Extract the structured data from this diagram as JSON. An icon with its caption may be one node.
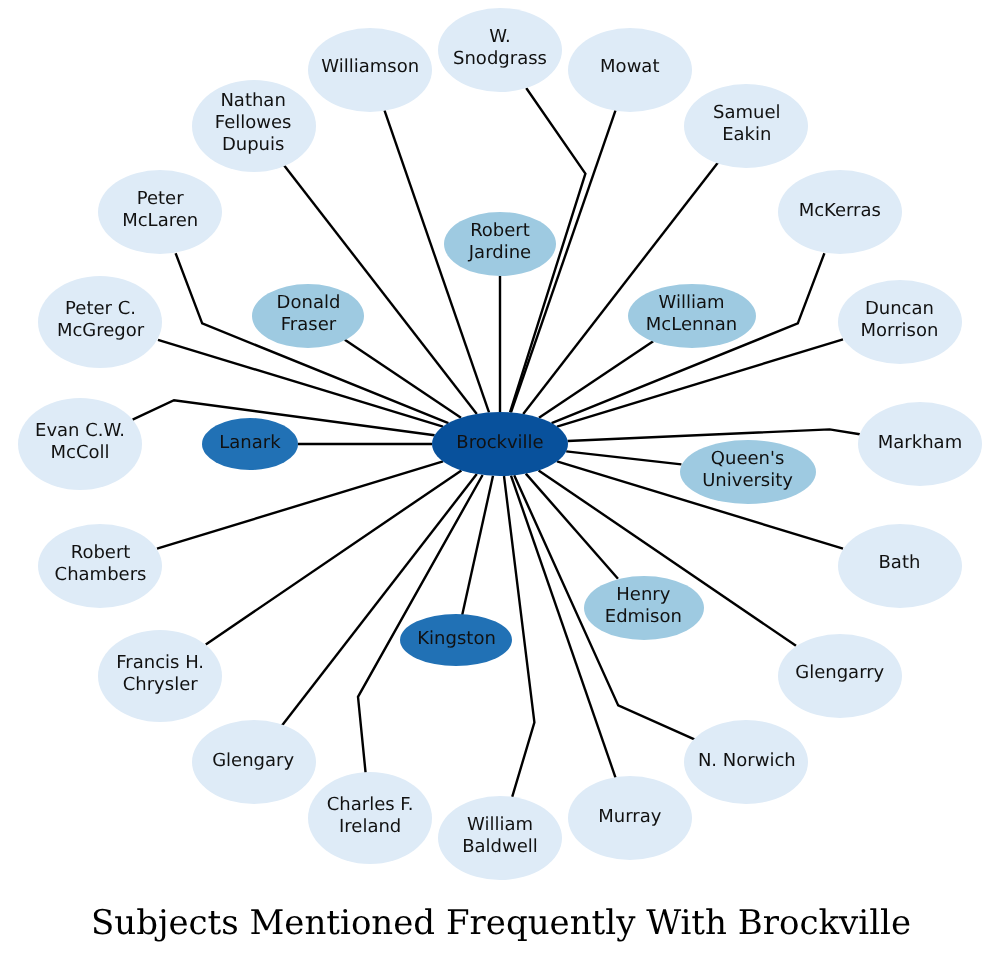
{
  "diagram": {
    "title": "Subjects Mentioned Frequently With Brockville",
    "nodes": [
      {
        "text": [
          "Brockville"
        ]
      },
      {
        "text": [
          "Lanark"
        ]
      },
      {
        "text": [
          "Kingston"
        ]
      },
      {
        "text": [
          "Robert Jardine"
        ]
      },
      {
        "text": [
          "Donald Fraser"
        ]
      },
      {
        "text": [
          "William McLennan"
        ]
      },
      {
        "text": [
          "Queen's University"
        ]
      },
      {
        "text": [
          "Henry Edmison"
        ]
      },
      {
        "text": [
          "W. Snodgrass"
        ]
      },
      {
        "text": [
          "Williamson"
        ]
      },
      {
        "text": [
          "Mowat"
        ]
      },
      {
        "text": [
          "Samuel Eakin"
        ]
      },
      {
        "text": [
          "McKerras"
        ]
      },
      {
        "text": [
          "Duncan Morrison"
        ]
      },
      {
        "text": [
          "Markham"
        ]
      },
      {
        "text": [
          "Bath"
        ]
      },
      {
        "text": [
          "Glengarry"
        ]
      },
      {
        "text": [
          "N. Norwich"
        ]
      },
      {
        "text": [
          "Murray"
        ]
      },
      {
        "text": [
          "William Baldwell"
        ]
      },
      {
        "text": [
          "Charles F. Ireland"
        ]
      },
      {
        "text": [
          "Glengary"
        ]
      },
      {
        "text": [
          "Francis H. Chrysler"
        ]
      },
      {
        "text": [
          "Robert Chambers"
        ]
      },
      {
        "text": [
          "Evan C.W. McColl"
        ]
      },
      {
        "text": [
          "Peter C. McGregor"
        ]
      },
      {
        "text": [
          "Peter McLaren"
        ]
      },
      {
        "text": [
          "Nathan Fellowes Dupuis"
        ]
      }
    ],
    "edges": [
      {
        "from": 0,
        "to": 1,
        "arrow": "none"
      },
      {
        "from": 0,
        "to": 2,
        "arrow": "none"
      },
      {
        "from": 0,
        "to": 3,
        "arrow": "none"
      },
      {
        "from": 0,
        "to": 4,
        "arrow": "none"
      },
      {
        "from": 0,
        "to": 5,
        "arrow": "none"
      },
      {
        "from": 0,
        "to": 6,
        "arrow": "none"
      },
      {
        "from": 0,
        "to": 7,
        "arrow": "none"
      },
      {
        "from": 0,
        "to": 8,
        "arrow": "none"
      },
      {
        "from": 0,
        "to": 9,
        "arrow": "none"
      },
      {
        "from": 0,
        "to": 10,
        "arrow": "none"
      },
      {
        "from": 0,
        "to": 11,
        "arrow": "none"
      },
      {
        "from": 0,
        "to": 12,
        "arrow": "none"
      },
      {
        "from": 0,
        "to": 13,
        "arrow": "none"
      },
      {
        "from": 0,
        "to": 14,
        "arrow": "none"
      },
      {
        "from": 0,
        "to": 15,
        "arrow": "none"
      },
      {
        "from": 0,
        "to": 16,
        "arrow": "none"
      },
      {
        "from": 0,
        "to": 17,
        "arrow": "none"
      },
      {
        "from": 0,
        "to": 18,
        "arrow": "none"
      },
      {
        "from": 0,
        "to": 19,
        "arrow": "none"
      },
      {
        "from": 0,
        "to": 20,
        "arrow": "none"
      },
      {
        "from": 0,
        "to": 21,
        "arrow": "none"
      },
      {
        "from": 0,
        "to": 22,
        "arrow": "none"
      },
      {
        "from": 0,
        "to": 23,
        "arrow": "none"
      },
      {
        "from": 0,
        "to": 24,
        "arrow": "none"
      },
      {
        "from": 0,
        "to": 25,
        "arrow": "none"
      },
      {
        "from": 0,
        "to": 26,
        "arrow": "none"
      },
      {
        "from": 0,
        "to": 27,
        "arrow": "none"
      }
    ]
  }
}
